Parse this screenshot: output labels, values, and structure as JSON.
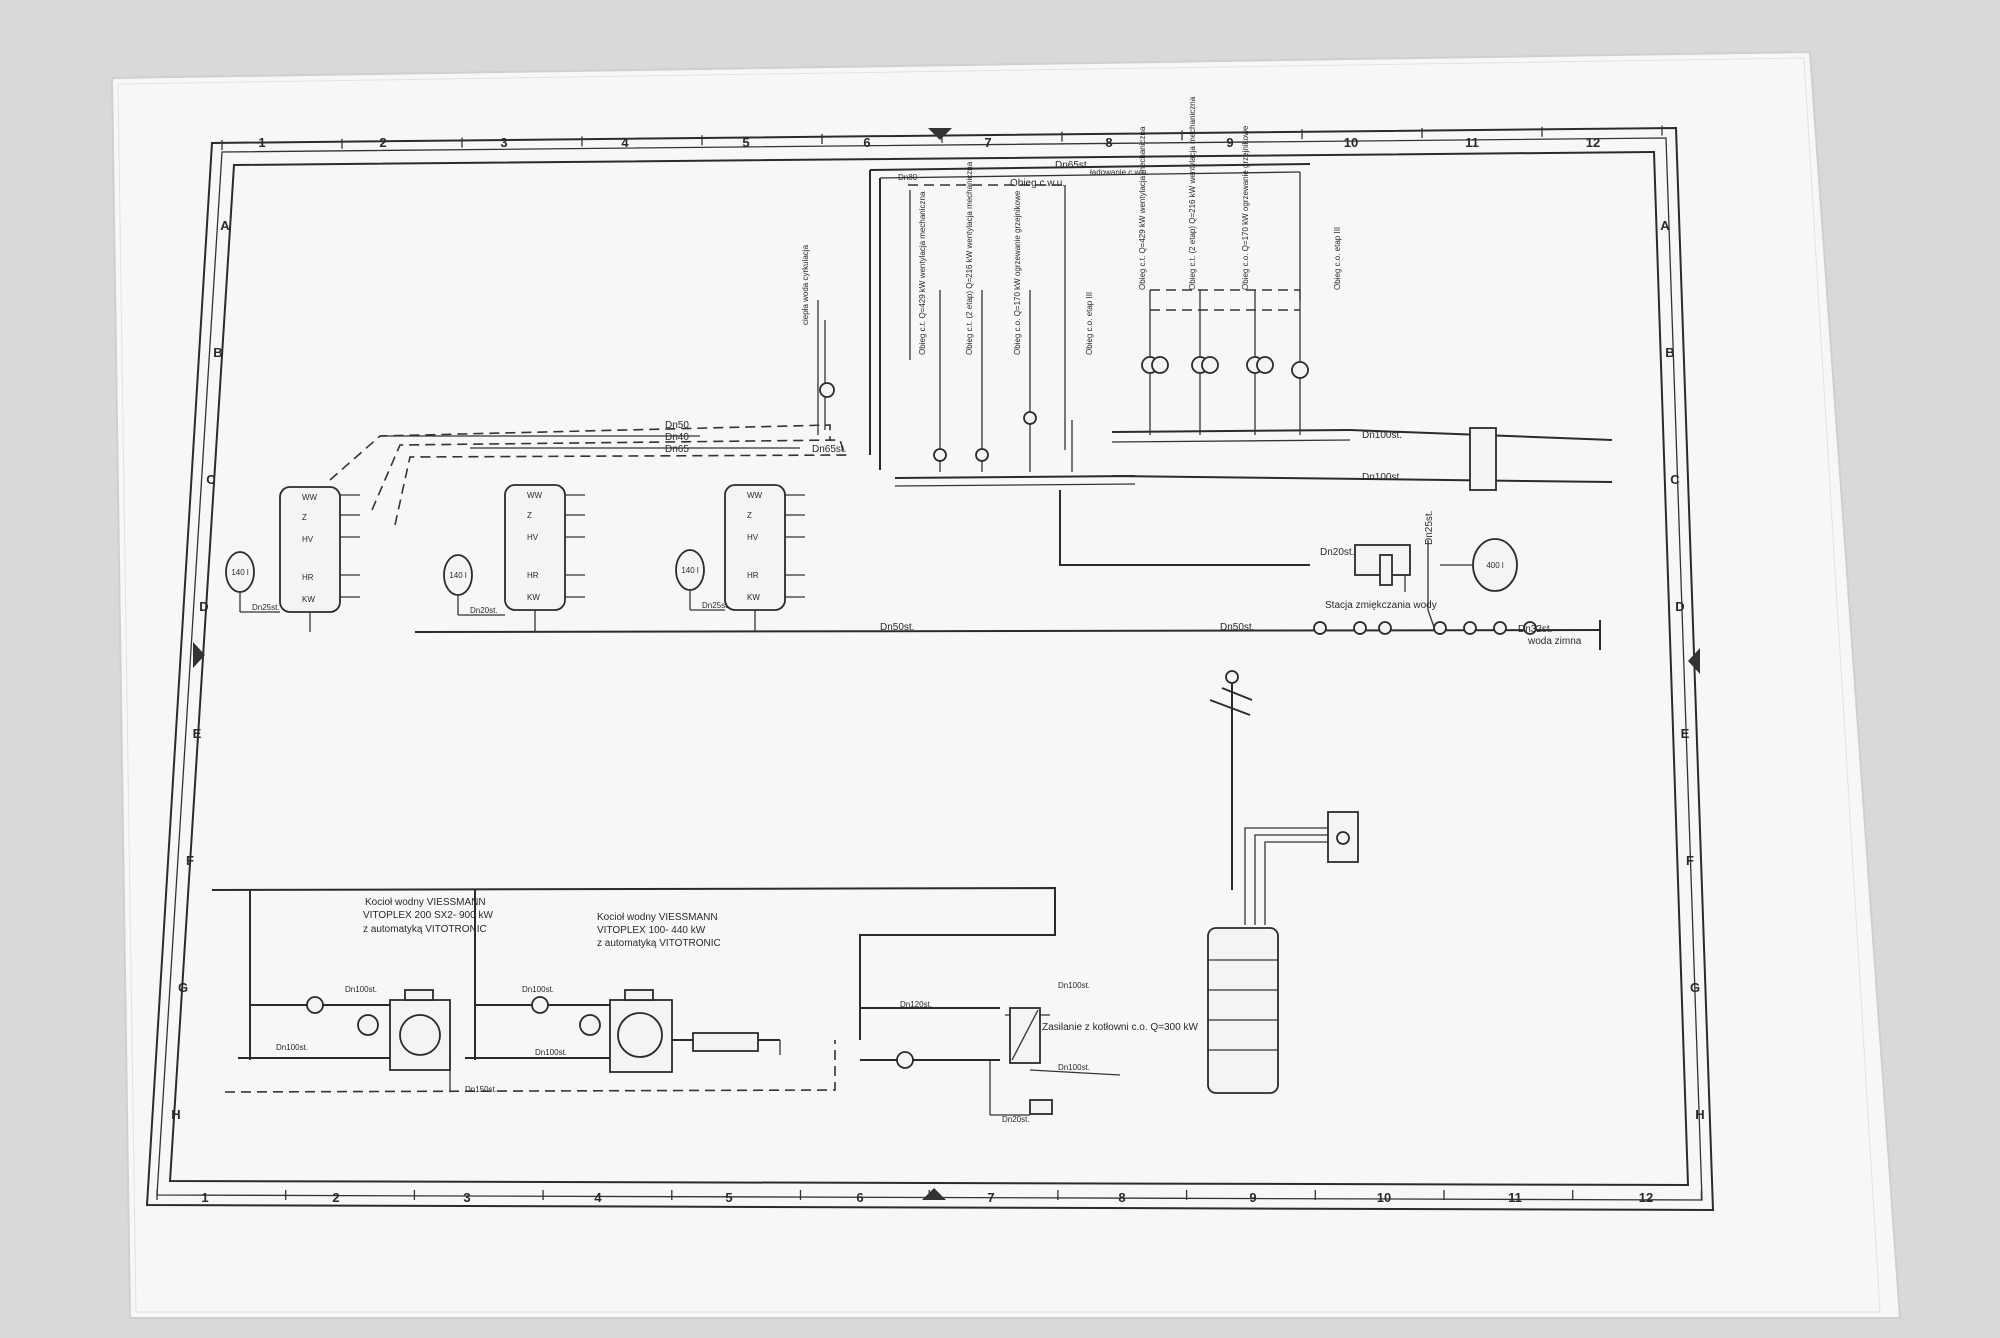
{
  "grid": {
    "columns": [
      "1",
      "2",
      "3",
      "4",
      "5",
      "6",
      "7",
      "8",
      "9",
      "10",
      "11",
      "12"
    ],
    "rows": [
      "A",
      "B",
      "C",
      "D",
      "E",
      "F",
      "G",
      "H"
    ]
  },
  "tanks": [
    {
      "ports": [
        "WW",
        "Z",
        "HV",
        "HR",
        "KW"
      ],
      "vessel": "140 l",
      "drain": "Dn25st."
    },
    {
      "ports": [
        "WW",
        "Z",
        "HV",
        "HR",
        "KW"
      ],
      "vessel": "140 l",
      "drain": "Dn20st."
    },
    {
      "ports": [
        "WW",
        "Z",
        "HV",
        "HR",
        "KW"
      ],
      "vessel": "140 l",
      "drain": "Dn25st."
    }
  ],
  "labels": {
    "dn50": "Dn50",
    "dn40": "Dn40",
    "dn65": "Dn65",
    "dn65st": "Dn65st.",
    "dn50st": "Dn50st.",
    "dn50st_b": "Dn50st.",
    "dn100st_top": "Dn100st.",
    "dn100st_mid": "Dn100st.",
    "dn80": "Dn80",
    "dn20st": "Dn20st.",
    "dn25st": "Dn25st.",
    "dn32st": "Dn32st.",
    "obieg_cwu": "Obieg c.w.u.",
    "obieg_cwu_desc": "ładowanie c.w.u.",
    "cyrkulacja": "ciepła woda cyrkulacja",
    "woda_zimna": "woda zimna",
    "stacja": "Stacja zmiękczania wody",
    "vessel_400": "400 l"
  },
  "circuits_left": [
    "Obieg c.t. Q=429 kW wentylacja mechaniczna",
    "Obieg c.t. (2 etap) Q=216 kW wentylacja mechaniczna",
    "Obieg c.o. Q=170 kW ogrzewanie grzejnikowe",
    "Obieg c.o. etap III"
  ],
  "circuits_right": [
    "Obieg c.t. Q=429 kW wentylacja mechaniczna",
    "Obieg c.t. (2 etap) Q=216 kW wentylacja mechaniczna",
    "Obieg c.o. Q=170 kW ogrzewanie grzejnikowe",
    "Obieg c.o. etap III"
  ],
  "boiler1": {
    "line1": "Kocioł wodny VIESSMANN",
    "line2": "VITOPLEX 200 SX2- 900 kW",
    "line3": "z automatyką VITOTRONIC"
  },
  "boiler2": {
    "line1": "Kocioł wodny VIESSMANN",
    "line2": "VITOPLEX 100- 440 kW",
    "line3": "z automatyką VITOTRONIC"
  },
  "boiler_labels": {
    "dn100st_a": "Dn100st.",
    "dn100st_b": "Dn100st.",
    "dn100st_c": "Dn100st.",
    "dn100st_d": "Dn100st.",
    "dn150st": "Dn150st.",
    "dn120st": "Dn120st.",
    "dn100st_e": "Dn100st.",
    "dn100st_f": "Dn100st.",
    "dn20st_b": "Dn20st.",
    "zasilanie": "Zasilanie z kotłowni c.o. Q=300 kW"
  }
}
